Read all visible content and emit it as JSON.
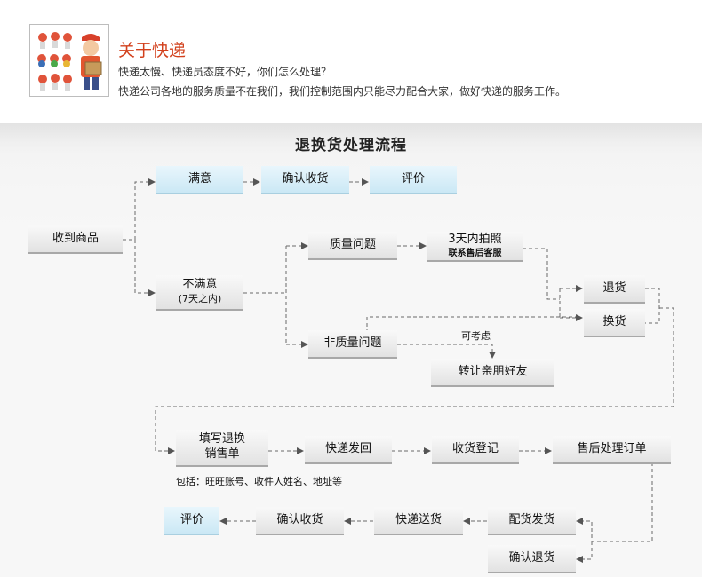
{
  "intro": {
    "title": "关于快递",
    "line1": "快递太慢、快递员态度不好，你们怎么处理？",
    "line2": "快递公司各地的服务质量不在我们，我们控制范围内只能尽力配合大家，做好快递的服务工作。"
  },
  "flow": {
    "title": "退换货处理流程",
    "nodes": {
      "received": "收到商品",
      "satisfied": "满意",
      "confirm_top": "确认收货",
      "review_top": "评价",
      "unsatisfied": "不满意",
      "unsatisfied_sub": "(7天之内)",
      "quality": "质量问题",
      "photo": "3天内拍照",
      "photo_sub": "联系售后客服",
      "non_quality": "非质量问题",
      "consider": "可考虑",
      "transfer": "转让亲朋好友",
      "return": "退货",
      "exchange": "换货",
      "fill_form": "填写退换",
      "fill_form_sub": "销售单",
      "form_note": "包括：旺旺账号、收件人姓名、地址等",
      "ship_back": "快递发回",
      "register": "收货登记",
      "after_sale": "售后处理订单",
      "pack_ship": "配货发货",
      "confirm_return": "确认退货",
      "courier_deliver": "快递送货",
      "confirm_bottom": "确认收货",
      "review_bottom": "评价"
    }
  }
}
